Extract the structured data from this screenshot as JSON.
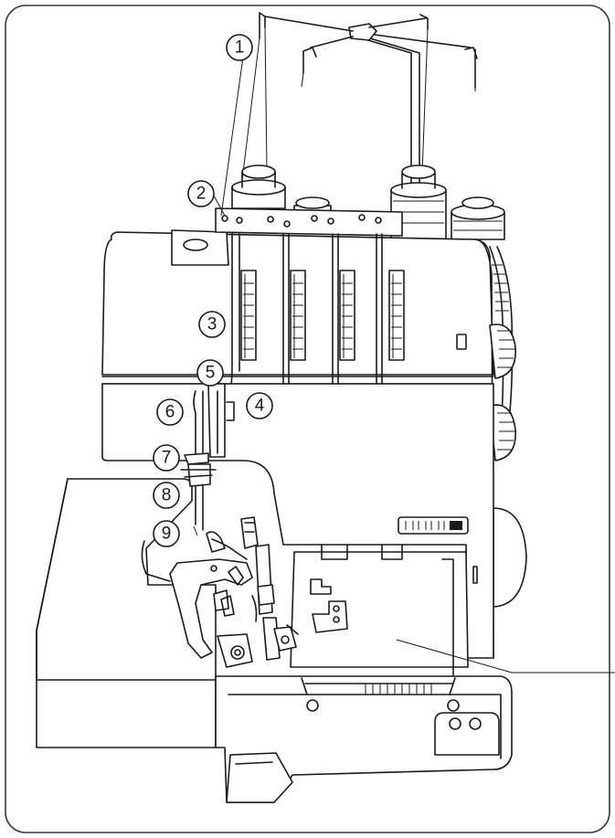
{
  "diagram": {
    "subject": "overlock-sewing-machine",
    "border_color": "#3a3a3a",
    "line_color": "#1a1a1a",
    "callouts": [
      {
        "id": "c1",
        "label": "1"
      },
      {
        "id": "c2",
        "label": "2"
      },
      {
        "id": "c3",
        "label": "3"
      },
      {
        "id": "c4",
        "label": "4"
      },
      {
        "id": "c5",
        "label": "5"
      },
      {
        "id": "c6",
        "label": "6"
      },
      {
        "id": "c7",
        "label": "7"
      },
      {
        "id": "c8",
        "label": "8"
      },
      {
        "id": "c9",
        "label": "9"
      }
    ]
  }
}
